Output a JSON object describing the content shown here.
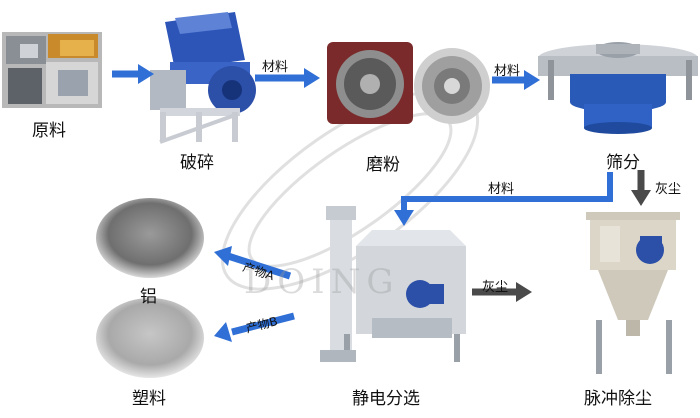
{
  "nodes": {
    "raw": "原料",
    "crusher": "破碎",
    "mill": "磨粉",
    "screen": "筛分",
    "separator": "静电分选",
    "collector": "脉冲除尘",
    "aluminum": "铝",
    "plastic": "塑料"
  },
  "edges": {
    "crusher_to_mill": "材料",
    "mill_to_screen": "材料",
    "screen_to_separator": "材料",
    "screen_to_collector": "灰尘",
    "separator_to_collector": "灰尘",
    "product_a": "产物A",
    "product_b": "产物B"
  },
  "watermark": "DOING",
  "colors": {
    "arrow_blue": "#2f6fd6",
    "arrow_gray": "#4a4a4a"
  }
}
